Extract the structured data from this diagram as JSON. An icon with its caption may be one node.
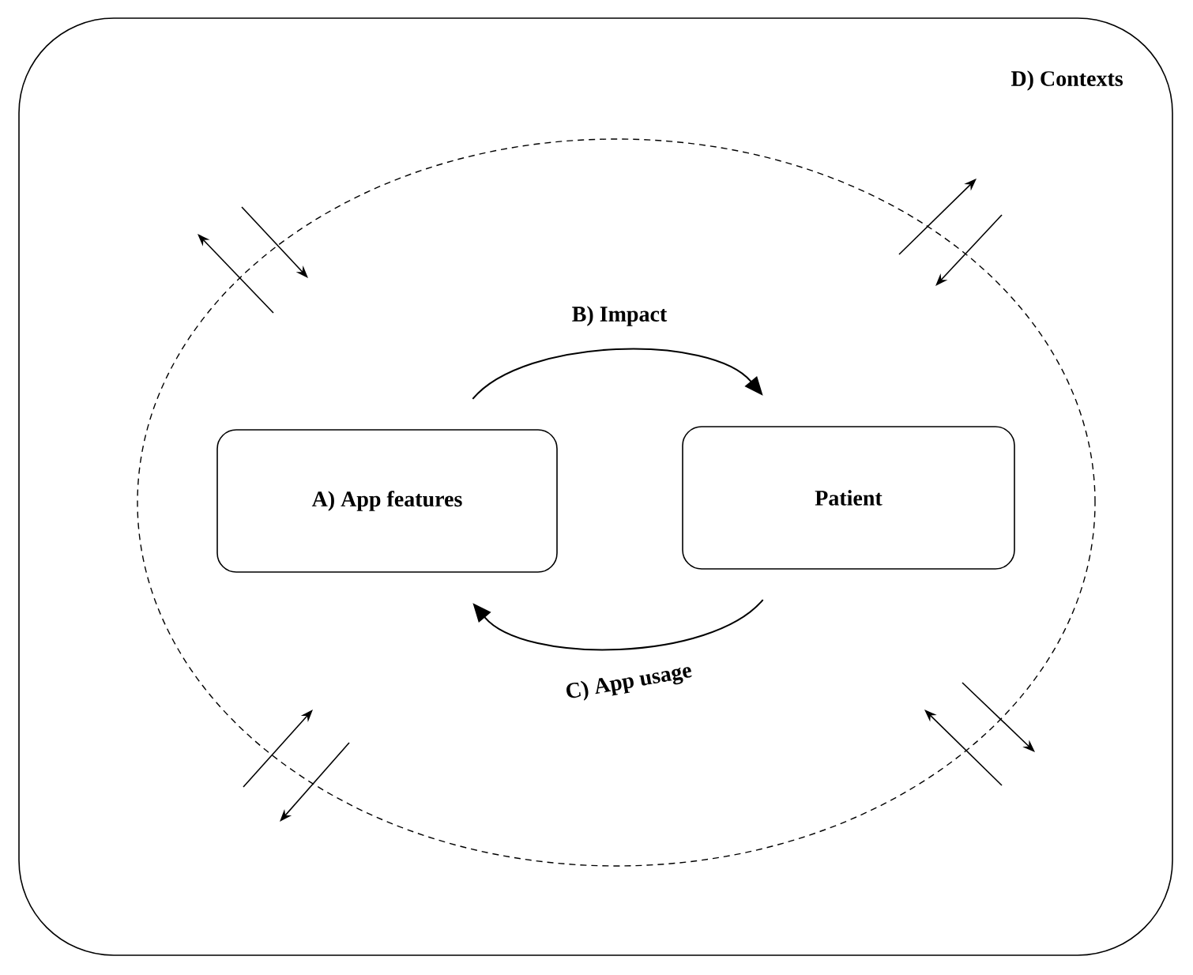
{
  "diagram": {
    "nodes": [
      {
        "text": [
          "D) Contexts"
        ]
      },
      {
        "text": [],
        "shape": "ellipse",
        "in": 0
      },
      {
        "text": [
          "A) App features"
        ],
        "in": 1
      },
      {
        "text": [
          "Patient"
        ],
        "in": 1
      }
    ],
    "edges": [
      {
        "from": 2,
        "to": 3,
        "arrow": "to",
        "label": "B) Impact"
      },
      {
        "from": 3,
        "to": 2,
        "arrow": "to",
        "label": "C) App usage"
      }
    ]
  }
}
